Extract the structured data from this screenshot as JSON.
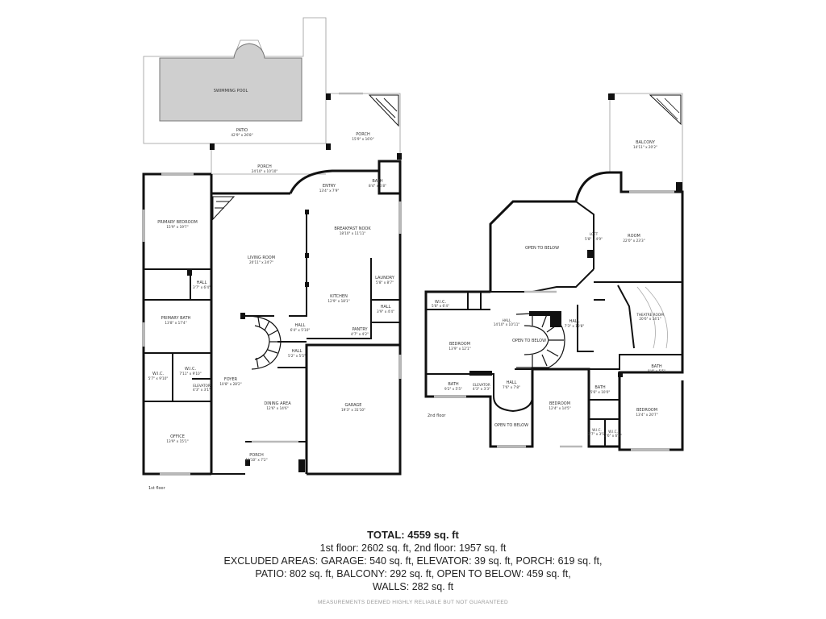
{
  "rooms_1st": [
    {
      "name": "SWIMMING POOL",
      "dims": ""
    },
    {
      "name": "PATIO",
      "dims": "42'9\" x 26'8\""
    },
    {
      "name": "PORCH",
      "dims": "15'9\" x 16'0\""
    },
    {
      "name": "PORCH",
      "dims": "24'10\" x 10'10\""
    },
    {
      "name": "BATH",
      "dims": "8'4\" x 5'8\""
    },
    {
      "name": "ENTRY",
      "dims": "13'4\" x 7'9\""
    },
    {
      "name": "PRIMARY BEDROOM",
      "dims": "15'9\" x 19'7\""
    },
    {
      "name": "BREAKFAST NOOK",
      "dims": "18'10\" x 11'11\""
    },
    {
      "name": "LIVING ROOM",
      "dims": "20'11\" x 24'7\""
    },
    {
      "name": "LAUNDRY",
      "dims": "5'8\" x 8'7\""
    },
    {
      "name": "HALL",
      "dims": "3'7\" x 6'4\""
    },
    {
      "name": "KITCHEN",
      "dims": "12'9\" x 18'1\""
    },
    {
      "name": "HALL",
      "dims": "3'9\" x 4'4\""
    },
    {
      "name": "PRIMARY BATH",
      "dims": "13'8\" x 17'4\""
    },
    {
      "name": "HALL",
      "dims": "6'4\" x 5'10\""
    },
    {
      "name": "PANTRY",
      "dims": "4'7\" x 4'2\""
    },
    {
      "name": "HALL",
      "dims": "5'2\" x 5'5\""
    },
    {
      "name": "W.I.C.",
      "dims": "7'11\" x 9'10\""
    },
    {
      "name": "W.I.C.",
      "dims": "5'7\" x 9'10\""
    },
    {
      "name": "FOYER",
      "dims": "10'8\" x 28'2\""
    },
    {
      "name": "ELEVATOR",
      "dims": "4'3\" x 3'1\""
    },
    {
      "name": "DINING AREA",
      "dims": "12'6\" x 14'6\""
    },
    {
      "name": "GARAGE",
      "dims": "19'3\" x 31'10\""
    },
    {
      "name": "OFFICE",
      "dims": "13'9\" x 15'1\""
    },
    {
      "name": "PORCH",
      "dims": "19'10\" x 7'2\""
    }
  ],
  "rooms_2nd": [
    {
      "name": "BALCONY",
      "dims": "14'11\" x 20'2\""
    },
    {
      "name": "ROOM",
      "dims": "22'0\" x 23'3\""
    },
    {
      "name": "LOFT",
      "dims": "5'8\" x 4'9\""
    },
    {
      "name": "OPEN TO BELOW",
      "dims": ""
    },
    {
      "name": "W.I.C.",
      "dims": "5'8\" x 6'4\""
    },
    {
      "name": "THEATRE ROOM",
      "dims": "20'6\" x 14'1\""
    },
    {
      "name": "HALL",
      "dims": "14'10\" x 10'11\""
    },
    {
      "name": "HALL",
      "dims": "7'3\" x 10'8\""
    },
    {
      "name": "BEDROOM",
      "dims": "13'9\" x 12'1\""
    },
    {
      "name": "OPEN TO BELOW",
      "dims": ""
    },
    {
      "name": "BATH",
      "dims": "8'4\" x 5'5\""
    },
    {
      "name": "HALL",
      "dims": "7'6\" x 7'8\""
    },
    {
      "name": "BATH",
      "dims": "9'2\" x 5'5\""
    },
    {
      "name": "ELEVATOR",
      "dims": "4'3\" x 3'3\""
    },
    {
      "name": "BATH",
      "dims": "5'6\" x 10'0\""
    },
    {
      "name": "BEDROOM",
      "dims": "12'4\" x 14'5\""
    },
    {
      "name": "BEDROOM",
      "dims": "13'4\" x 20'7\""
    },
    {
      "name": "OPEN TO BELOW",
      "dims": ""
    },
    {
      "name": "W.I.C.",
      "dims": "2'7\" x 3'5\""
    },
    {
      "name": "W.I.C.",
      "dims": "2'6\" x 6'6\""
    }
  ],
  "floor_labels": {
    "first": "1st floor",
    "second": "2nd floor"
  },
  "summary": {
    "total": "TOTAL: 4559 sq. ft",
    "line1": "1st floor: 2602 sq. ft, 2nd floor: 1957 sq. ft",
    "line2": "EXCLUDED AREAS: GARAGE: 540 sq. ft, ELEVATOR: 39 sq. ft, PORCH: 619 sq. ft,",
    "line3": "PATIO: 802 sq. ft, BALCONY: 292 sq. ft, OPEN TO BELOW: 459 sq. ft,",
    "line4": "WALLS: 282 sq. ft"
  },
  "disclaimer": "MEASUREMENTS DEEMED HIGHLY RELIABLE BUT NOT GUARANTEED",
  "colors": {
    "wall": "#111111",
    "thin": "#999999",
    "pool": "#cfcfcf",
    "window": "#b9b9b9"
  }
}
